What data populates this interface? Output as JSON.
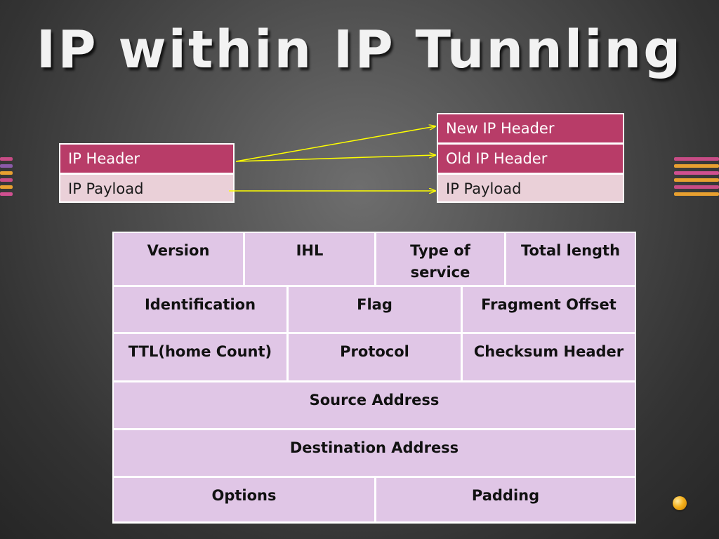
{
  "title": "IP within IP Tunnling",
  "left_packet": {
    "header": "IP Header",
    "payload": "IP Payload"
  },
  "right_packet": {
    "new_header": "New IP Header",
    "old_header": "Old IP Header",
    "payload": "IP Payload"
  },
  "ip_header_fields": {
    "row1": [
      "Version",
      "IHL",
      "Type of service",
      "Total length"
    ],
    "row2": [
      "Identification",
      "Flag",
      "Fragment Offset"
    ],
    "row3": [
      "TTL(home Count)",
      "Protocol",
      "Checksum Header"
    ],
    "row4": [
      "Source Address"
    ],
    "row5": [
      "Destination Address"
    ],
    "row6": [
      "Options",
      "Padding"
    ]
  },
  "colors": {
    "header_fill": "#b83c68",
    "payload_fill": "#ead0d8",
    "field_fill": "#e0c6e6",
    "arrow": "#ffff00"
  }
}
